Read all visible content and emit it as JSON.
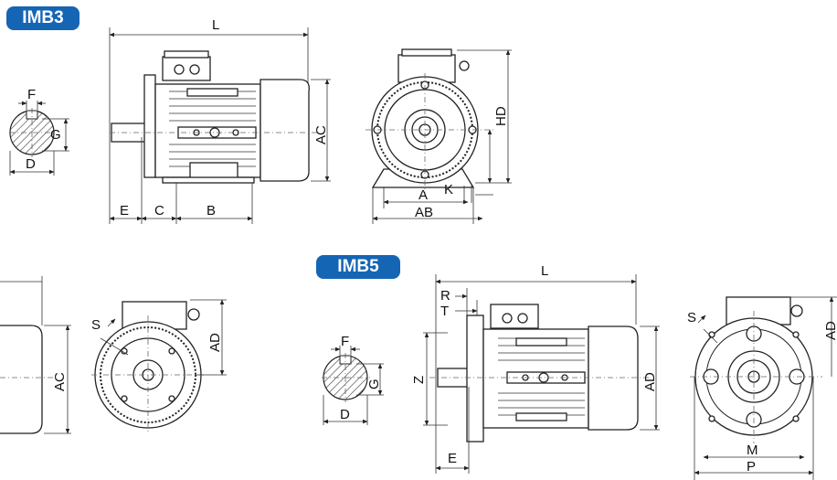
{
  "badges": {
    "top": "IMB3",
    "bottom": "IMB5"
  },
  "labels": {
    "imb3_shaft": {
      "F": "F",
      "G": "G",
      "D": "D"
    },
    "imb3_side": {
      "L": "L",
      "AC": "AC",
      "E": "E",
      "C": "C",
      "B": "B"
    },
    "imb3_front": {
      "HD": "HD",
      "A": "A",
      "K": "K",
      "AB": "AB"
    },
    "imb14": {
      "AC": "AC",
      "S": "S",
      "AD": "AD"
    },
    "imb5_shaft": {
      "F": "F",
      "G": "G",
      "D": "D"
    },
    "imb5_side": {
      "L": "L",
      "R": "R",
      "T": "T",
      "Z": "Z",
      "AD": "AD",
      "E": "E"
    },
    "imb5_front": {
      "S": "S",
      "AD": "AD",
      "M": "M",
      "P": "P"
    }
  }
}
